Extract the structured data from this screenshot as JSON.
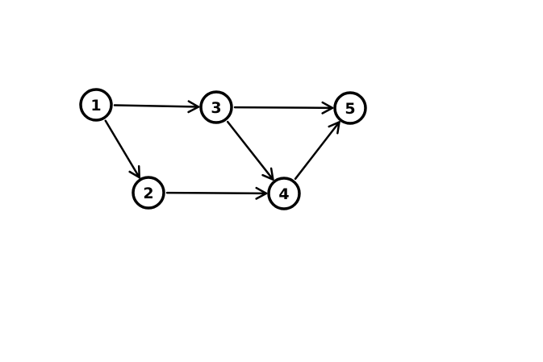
{
  "diagram": {
    "type": "directed-graph",
    "colors": {
      "background": "#ffffff",
      "stroke": "#000000",
      "text": "#000000"
    },
    "nodes": [
      {
        "id": "1",
        "label": "1"
      },
      {
        "id": "2",
        "label": "2"
      },
      {
        "id": "3",
        "label": "3"
      },
      {
        "id": "4",
        "label": "4"
      },
      {
        "id": "5",
        "label": "5"
      }
    ],
    "edges": [
      {
        "from": "1",
        "to": "3"
      },
      {
        "from": "1",
        "to": "2"
      },
      {
        "from": "2",
        "to": "4"
      },
      {
        "from": "3",
        "to": "4"
      },
      {
        "from": "3",
        "to": "5"
      },
      {
        "from": "4",
        "to": "5"
      }
    ]
  }
}
